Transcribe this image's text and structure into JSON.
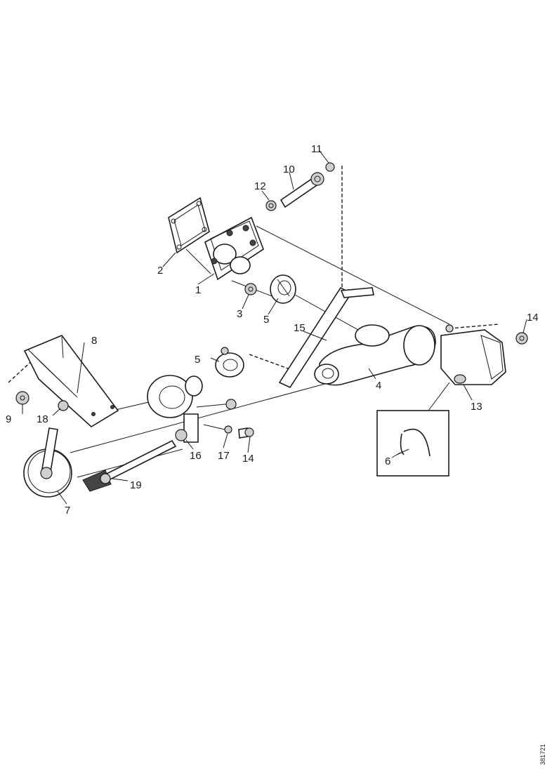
{
  "callouts": {
    "c1": "1",
    "c2": "2",
    "c3": "3",
    "c4": "4",
    "c5a": "5",
    "c5b": "5",
    "c6": "6",
    "c7": "7",
    "c8": "8",
    "c9": "9",
    "c10": "10",
    "c11": "11",
    "c12": "12",
    "c13": "13",
    "c14a": "14",
    "c14b": "14",
    "c15": "15",
    "c16": "16",
    "c17": "17",
    "c18": "18",
    "c19": "19"
  },
  "drawing_ref": "381721"
}
